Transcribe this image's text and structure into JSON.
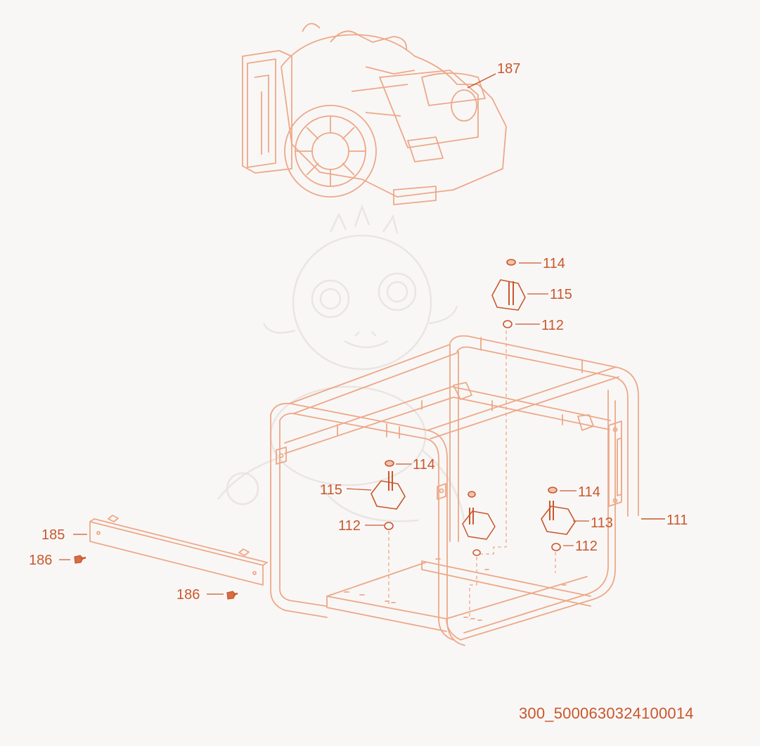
{
  "colors": {
    "accent": "#c9572c",
    "line": "#eda888",
    "background": "#f9f7f6",
    "watermark": "#e9e5e3"
  },
  "watermark": {
    "icon": "baby-dragon-watermark-icon"
  },
  "engine": {
    "icon": "engine-assembly-icon",
    "callout": "187"
  },
  "frame": {
    "icon": "generator-frame-icon",
    "callout": "111"
  },
  "callouts": {
    "nut_top": "114",
    "mount_top": "115",
    "washer_top": "112",
    "nut_left": "114",
    "mount_left": "115",
    "washer_left": "112",
    "nut_right": "114",
    "mount_right": "113",
    "washer_right": "112",
    "bar": "185",
    "bolt_a": "186",
    "bolt_b": "186"
  },
  "document_id": "300_5000630324100014"
}
